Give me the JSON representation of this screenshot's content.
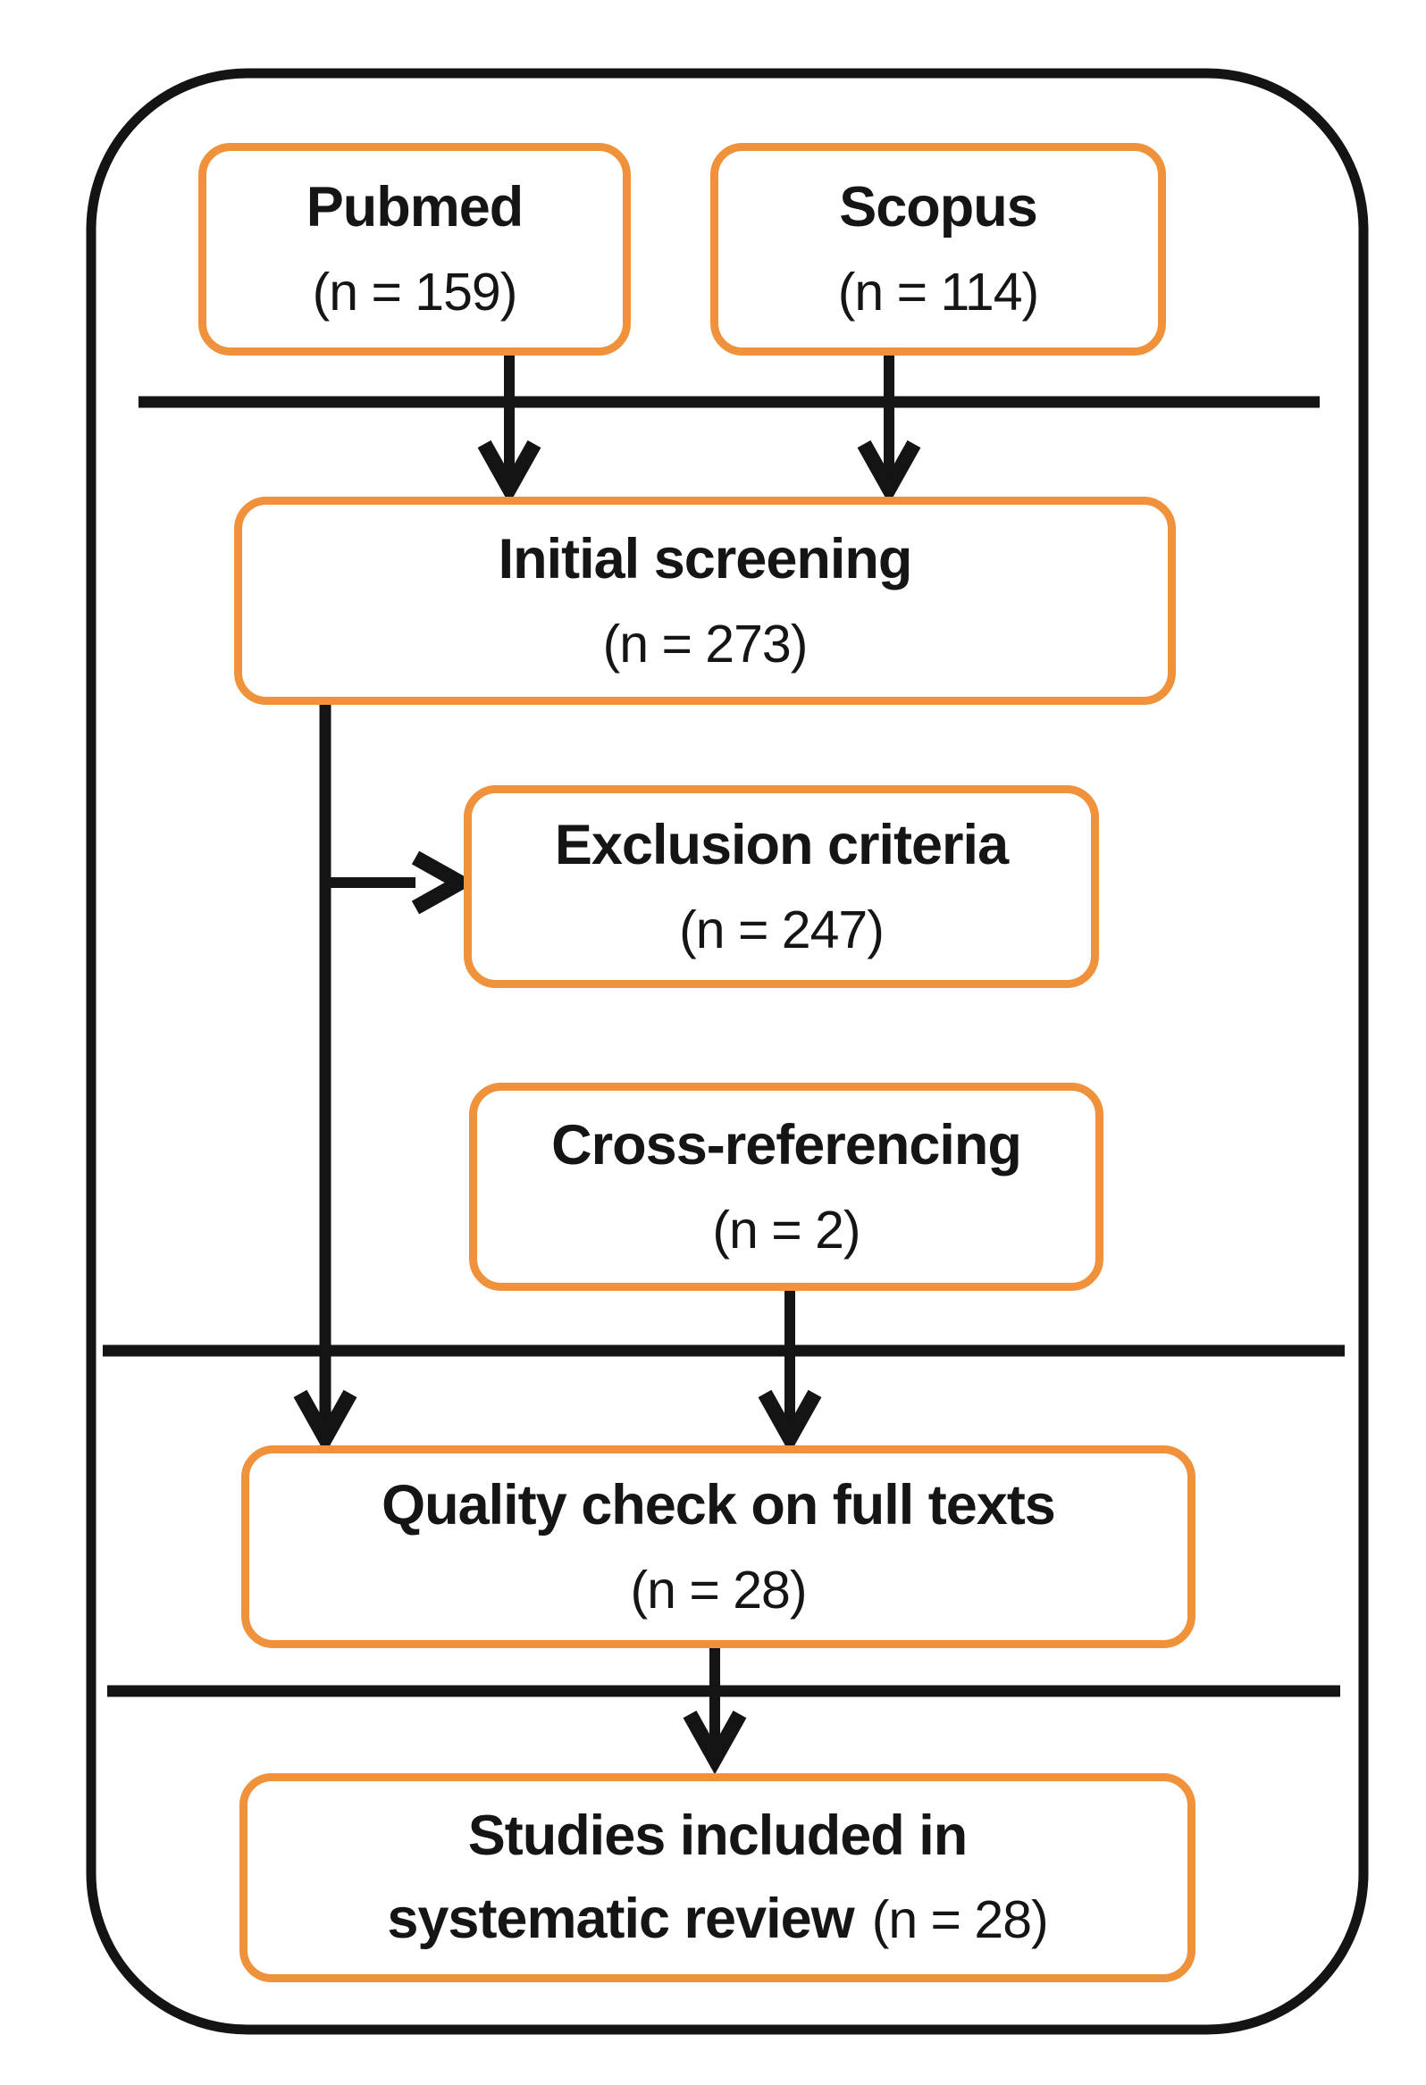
{
  "figure": {
    "type": "flowchart",
    "description": "Study selection flow diagram for a systematic review"
  },
  "colors": {
    "node_border": "#F0913C",
    "connector": "#141414",
    "text": "#151515",
    "background": "#FFFFFF"
  },
  "flowchart": {
    "nodes": {
      "pubmed": {
        "title": "Pubmed",
        "count": "(n = 159)"
      },
      "scopus": {
        "title": "Scopus",
        "count": "(n = 114)"
      },
      "initial_screening": {
        "title": "Initial screening",
        "count": "(n = 273)"
      },
      "exclusion_criteria": {
        "title": "Exclusion criteria",
        "count": "(n = 247)"
      },
      "cross_referencing": {
        "title": "Cross-referencing",
        "count": "(n = 2)"
      },
      "quality_check": {
        "title": "Quality check on full texts",
        "count": "(n = 28)"
      },
      "studies_included": {
        "line1": "Studies included in",
        "line2_bold": "systematic review",
        "line2_count": "(n = 28)"
      }
    },
    "edges": [
      {
        "from": "pubmed",
        "to": "initial_screening"
      },
      {
        "from": "scopus",
        "to": "initial_screening"
      },
      {
        "from": "initial_screening",
        "to": "exclusion_criteria"
      },
      {
        "from": "initial_screening",
        "to": "quality_check"
      },
      {
        "from": "cross_referencing",
        "to": "quality_check"
      },
      {
        "from": "quality_check",
        "to": "studies_included"
      }
    ]
  }
}
